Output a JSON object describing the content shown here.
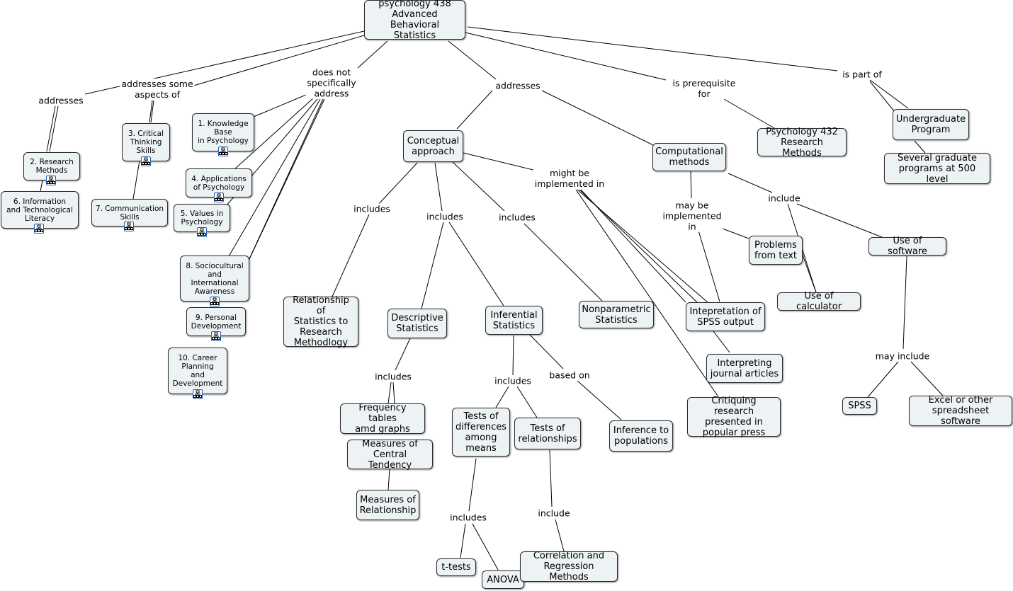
{
  "nodes": {
    "root": "psychology 438\nAdvanced Behavioral\nStatistics",
    "research_methods": "2. Research\nMethods",
    "info_literacy": "6. Information\nand Technological\nLiteracy",
    "critical_thinking": "3. Critical\nThinking\nSkills",
    "communication": "7. Communication\nSkills",
    "knowledge_base": "1. Knowledge\nBase\nin Psychology",
    "applications": "4. Applications\nof Psychology",
    "values": "5. Values in\nPsychology",
    "sociocultural": "8. Sociocultural\nand\nInternational\nAwareness",
    "personal_dev": "9. Personal\nDevelopment",
    "career": "10. Career\nPlanning\nand\nDevelopment",
    "conceptual": "Conceptual\napproach",
    "computational": "Computational\nmethods",
    "psych432": "Psychology 432\nResearch Methods",
    "undergrad": "Undergraduate\nProgram",
    "graduate": "Several graduate\nprograms at 500 level",
    "relationship_stats": "Relationship of\nStatistics to\nResearch\nMethodlogy",
    "descriptive": "Descriptive\nStatistics",
    "inferential": "Inferential\nStatistics",
    "nonparametric": "Nonparametric\nStatistics",
    "spss_output": "Intepretation of\nSPSS output",
    "journal": "Interpreting\njournal articles",
    "critiquing": "Critiquing research\npresented in\npopular press",
    "problems_text": "Problems\nfrom text",
    "calculator": "Use of calculator",
    "software": "Use of software",
    "spss": "SPSS",
    "excel": "Excel or other\nspreadsheet software",
    "frequency": "Frequency tables\namd graphs",
    "central_tendency": "Measures of\nCentral Tendency",
    "measures_rel": "Measures of\nRelationship",
    "tests_diff": "Tests of\ndifferences\namong\nmeans",
    "tests_rel": "Tests of\nrelationships",
    "inference_pop": "Inference to\npopulations",
    "ttests": "t-tests",
    "anova": "ANOVA",
    "correlation": "Correlation and\nRegression Methods"
  },
  "labels": {
    "addresses_left": "addresses",
    "addresses_some": "addresses some\naspects of",
    "does_not": "does not\nspecifically\naddress",
    "addresses_center": "addresses",
    "prerequisite": "is prerequisite\nfor",
    "part_of": "is part of",
    "includes_rel": "includes",
    "includes_desc": "includes",
    "includes_nonpar": "includes",
    "might_be": "might be\nimplemented in",
    "may_be": "may be\nimplemented\nin",
    "include_comp": "include",
    "may_include": "may include",
    "includes_freq": "includes",
    "includes_tests": "includes",
    "based_on": "based on",
    "includes_ttest": "includes",
    "include_corr": "include"
  },
  "colors": {
    "node_fill": "#edf2f5",
    "node_border": "#2b2b2b",
    "link": "#000000",
    "cmap_icon": "#1f5fb0"
  },
  "icons": {
    "linked_map": "concept-map-link-icon"
  }
}
